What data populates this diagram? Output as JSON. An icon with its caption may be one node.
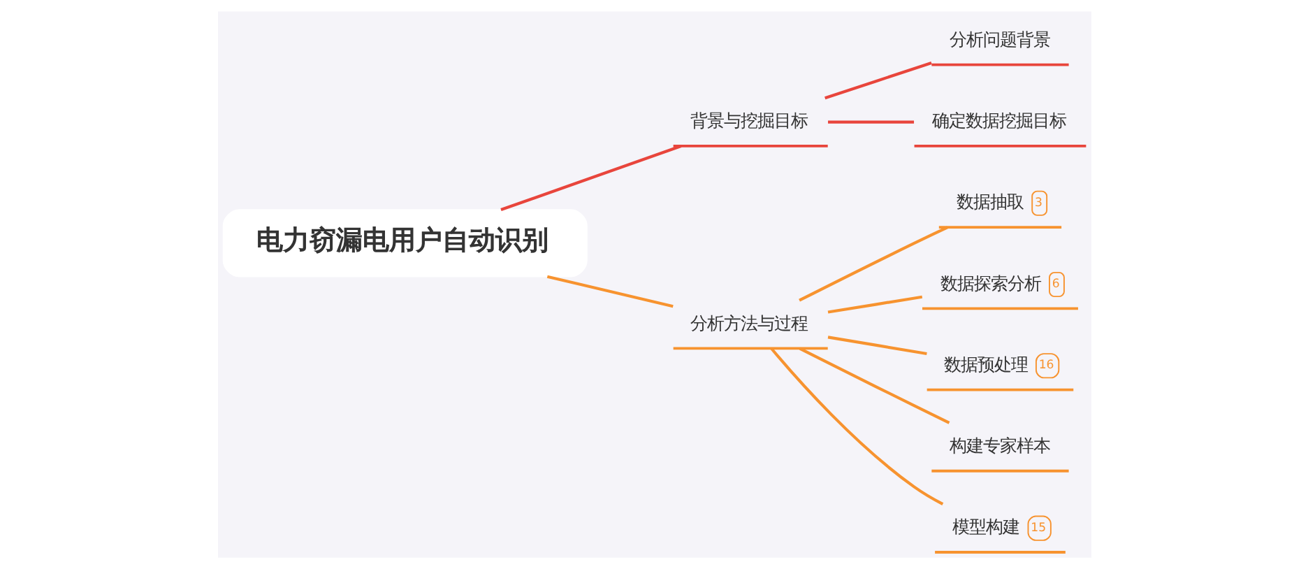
{
  "diagram": {
    "nodes": [
      {
        "text": [
          "电力窃漏电用户自动识别"
        ]
      },
      {
        "text": [
          "背景与挖掘目标"
        ]
      },
      {
        "text": [
          "分析问题背景"
        ]
      },
      {
        "text": [
          "确定数据挖掘目标"
        ]
      },
      {
        "text": [
          "分析方法与过程"
        ]
      },
      {
        "text": [
          "数据抽取",
          "3"
        ]
      },
      {
        "text": [
          "数据探索分析",
          "6"
        ]
      },
      {
        "text": [
          "数据预处理",
          "16"
        ]
      },
      {
        "text": [
          "构建专家样本"
        ]
      },
      {
        "text": [
          "模型构建",
          "15"
        ]
      }
    ],
    "edges": [
      {
        "from": 0,
        "to": 1,
        "arrow": "none",
        "color": "#e8453c"
      },
      {
        "from": 1,
        "to": 2,
        "arrow": "none",
        "color": "#e8453c"
      },
      {
        "from": 1,
        "to": 3,
        "arrow": "none",
        "color": "#e8453c"
      },
      {
        "from": 0,
        "to": 4,
        "arrow": "none"
      },
      {
        "from": 4,
        "to": 5,
        "arrow": "none"
      },
      {
        "from": 4,
        "to": 6,
        "arrow": "none"
      },
      {
        "from": 4,
        "to": 7,
        "arrow": "none"
      },
      {
        "from": 4,
        "to": 8,
        "arrow": "none"
      },
      {
        "from": 4,
        "to": 9,
        "arrow": "none"
      }
    ]
  }
}
